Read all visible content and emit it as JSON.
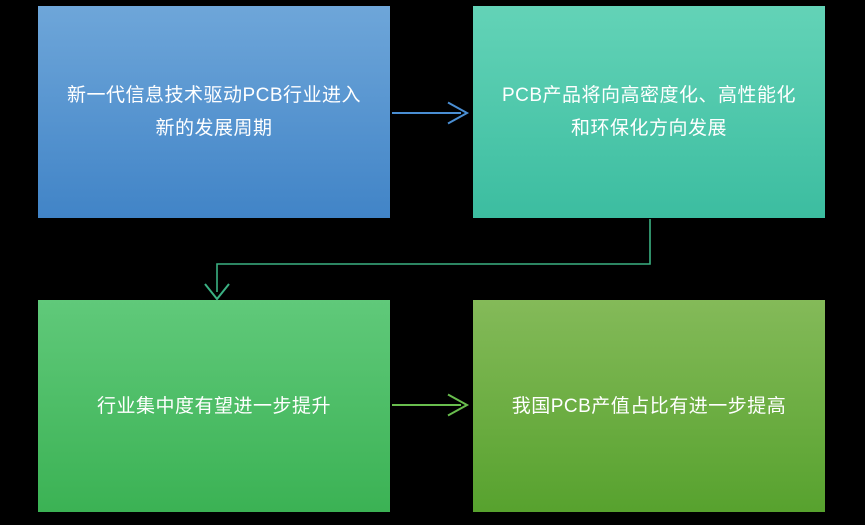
{
  "canvas": {
    "background_color": "#000000"
  },
  "diagram": {
    "type": "flowchart",
    "boxes": [
      {
        "id": "box-1",
        "text": "新一代信息技术驱动PCB行业进入新的发展周期",
        "lines": [
          "新一代信息技术驱动PCB行业进入",
          "新的发展周期"
        ],
        "gradient_top": "#6ea6d9",
        "gradient_bottom": "#4184c7",
        "text_color": "#ffffff"
      },
      {
        "id": "box-2",
        "text": "PCB产品将向高密度化、高性能化和环保化方向发展",
        "lines": [
          "PCB产品将向高密度化、高性能化",
          "和环保化方向发展"
        ],
        "gradient_top": "#63d3b7",
        "gradient_bottom": "#3cbda0",
        "text_color": "#ffffff"
      },
      {
        "id": "box-3",
        "text": "行业集中度有望进一步提升",
        "lines": [
          "行业集中度有望进一步提升"
        ],
        "gradient_top": "#60c97a",
        "gradient_bottom": "#3bb254",
        "text_color": "#ffffff"
      },
      {
        "id": "box-4",
        "text": "我国PCB产值占比有进一步提高",
        "lines": [
          "我国PCB产值占比有进一步提高"
        ],
        "gradient_top": "#84ba59",
        "gradient_bottom": "#57a22e",
        "text_color": "#ffffff"
      }
    ],
    "connectors": [
      {
        "from": "box-1",
        "to": "box-2",
        "style": "straight-open-arrow",
        "color": "#4a8ed3"
      },
      {
        "from": "box-2",
        "to": "box-3",
        "style": "elbow-open-arrow",
        "color": "#3bb183"
      },
      {
        "from": "box-3",
        "to": "box-4",
        "style": "straight-open-arrow",
        "color": "#69bd4e"
      }
    ]
  }
}
